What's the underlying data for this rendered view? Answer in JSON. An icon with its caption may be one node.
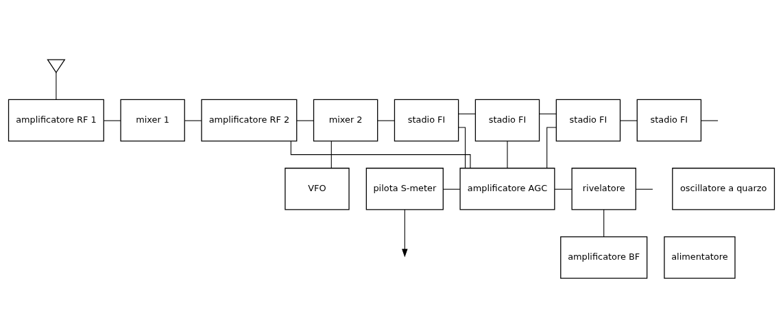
{
  "diagram": {
    "nodes": [
      {
        "text": [],
        "shape": "antenna"
      },
      {
        "text": [
          "amplificatore RF 1"
        ]
      },
      {
        "text": [
          "mixer 1"
        ]
      },
      {
        "text": [
          "amplificatore RF 2"
        ]
      },
      {
        "text": [
          "mixer 2"
        ]
      },
      {
        "text": [
          "stadio FI"
        ]
      },
      {
        "text": [
          "stadio FI"
        ]
      },
      {
        "text": [
          "stadio FI"
        ]
      },
      {
        "text": [
          "stadio FI"
        ]
      },
      {
        "text": [
          "oscillatore a quarzo"
        ]
      },
      {
        "text": [
          "VFO"
        ]
      },
      {
        "text": [
          "pilota S-meter"
        ]
      },
      {
        "text": [
          "amplificatore AGC"
        ]
      },
      {
        "text": [
          "rivelatore"
        ]
      },
      {
        "text": [
          "alimentatore"
        ]
      },
      {
        "text": [
          "amplificatore BF"
        ]
      }
    ],
    "edges": [
      {
        "from": 0,
        "to": 1,
        "arrow": "none"
      },
      {
        "from": 1,
        "to": 2,
        "arrow": "none"
      },
      {
        "from": 2,
        "to": 3,
        "arrow": "none"
      },
      {
        "from": 3,
        "to": 4,
        "arrow": "none"
      },
      {
        "from": 4,
        "to": 5,
        "arrow": "none"
      },
      {
        "from": 5,
        "to": 6,
        "arrow": "none"
      },
      {
        "from": 6,
        "to": 7,
        "arrow": "none"
      },
      {
        "from": 7,
        "to": 8,
        "arrow": "none"
      },
      {
        "from": 8,
        "to": null,
        "arrow": "none"
      },
      {
        "from": 4,
        "to": 10,
        "arrow": "none"
      },
      {
        "from": 12,
        "to": 3,
        "arrow": "none"
      },
      {
        "from": 12,
        "to": 5,
        "arrow": "none"
      },
      {
        "from": 6,
        "to": 12,
        "arrow": "none"
      },
      {
        "from": 7,
        "to": 12,
        "arrow": "none"
      },
      {
        "from": 11,
        "to": 12,
        "arrow": "none"
      },
      {
        "from": 12,
        "to": 13,
        "arrow": "none"
      },
      {
        "from": 13,
        "to": null,
        "arrow": "none"
      },
      {
        "from": 13,
        "to": 15,
        "arrow": "none"
      },
      {
        "from": 11,
        "to": null,
        "arrow": "to"
      }
    ]
  }
}
